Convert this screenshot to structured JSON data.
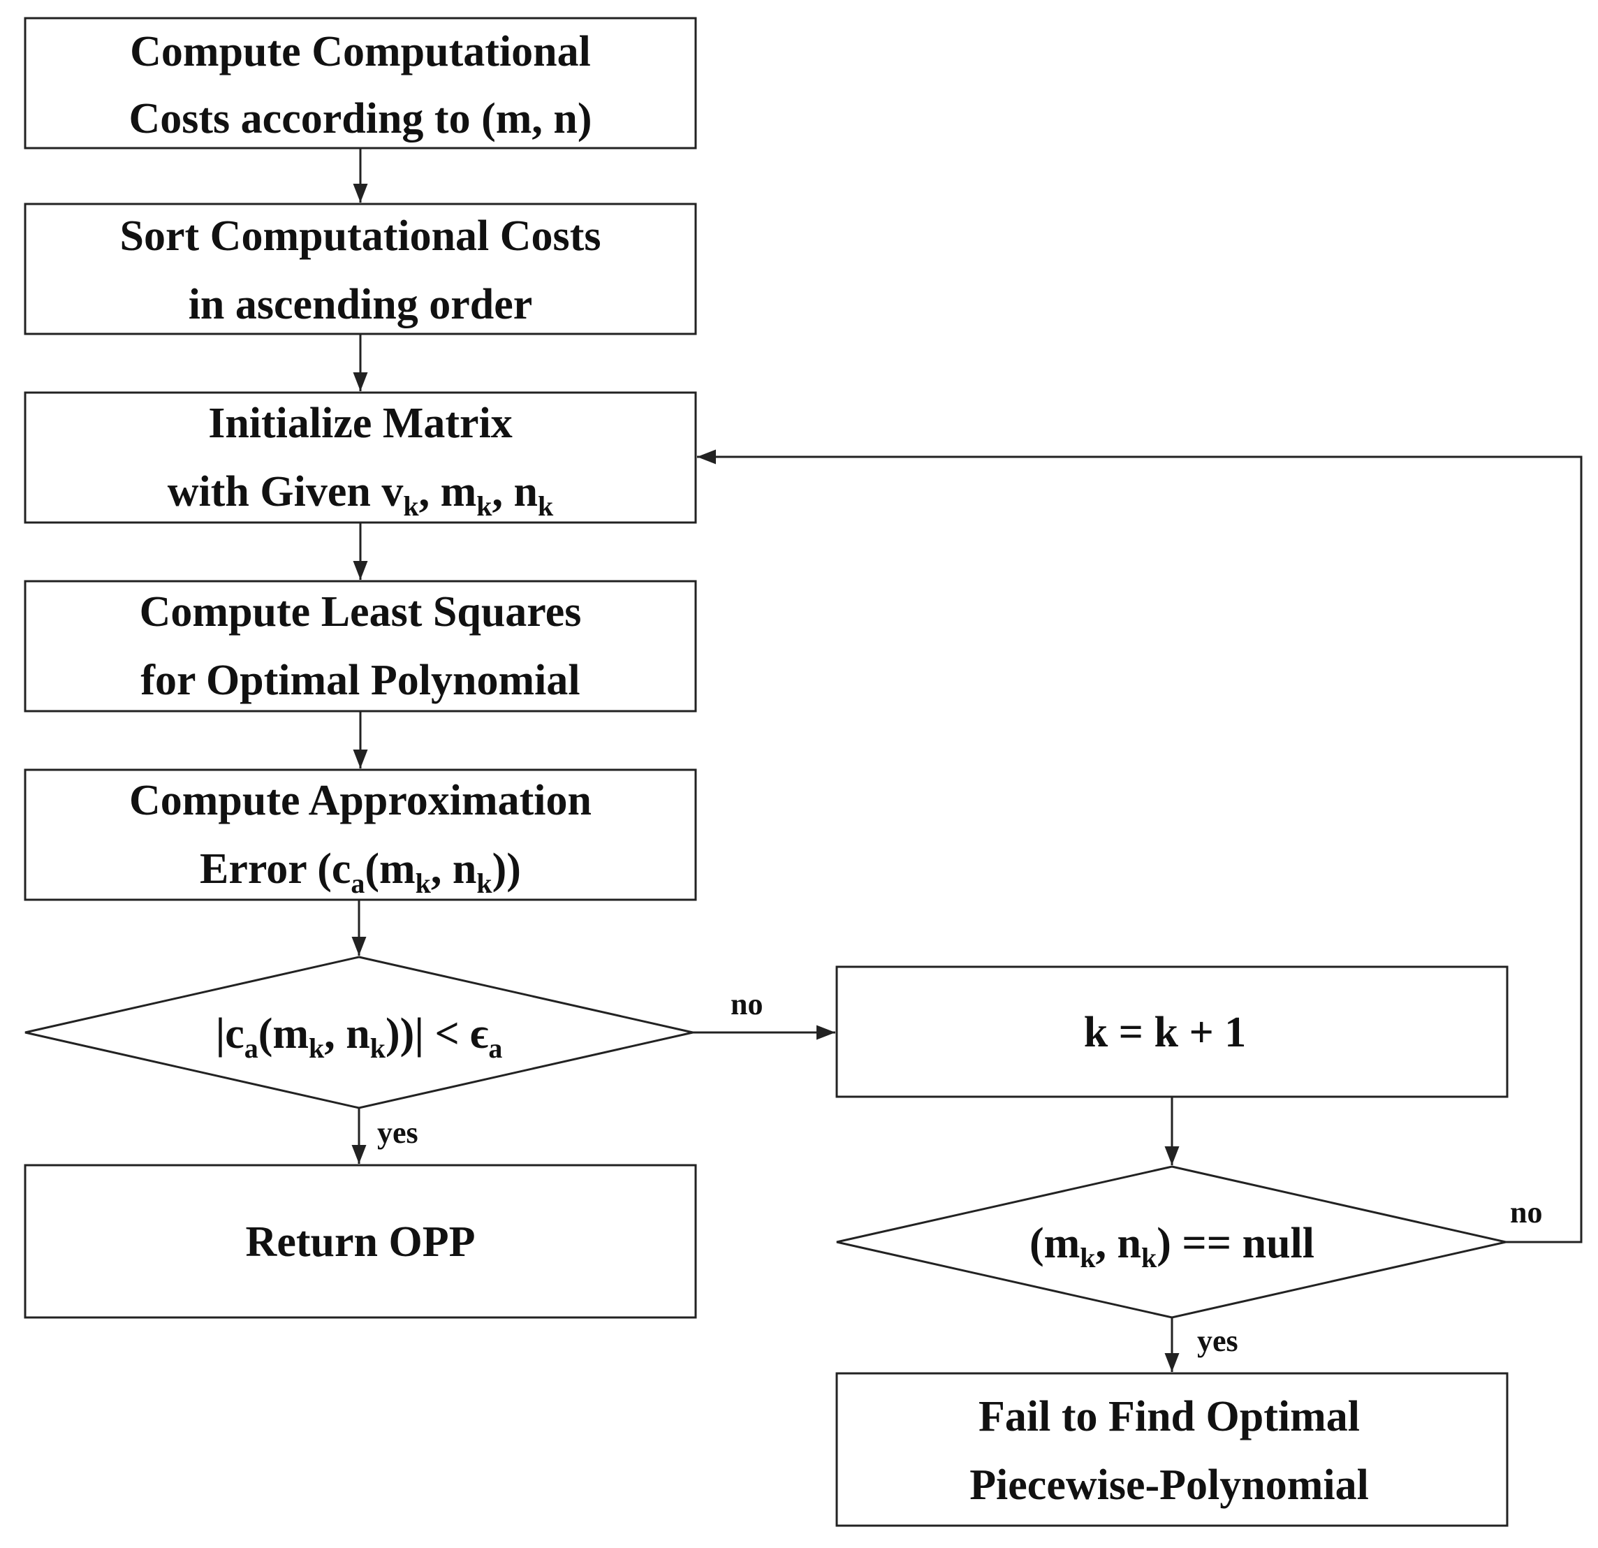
{
  "nodes": {
    "compute_costs": {
      "lines": [
        "Compute Computational",
        "Costs according to (m, n)"
      ]
    },
    "sort_costs": {
      "lines": [
        "Sort Computational Costs",
        "in ascending order"
      ]
    },
    "init_matrix": {
      "lines": [
        "Initialize Matrix",
        "with Given v",
        "k",
        ", m",
        "k",
        ", n",
        "k"
      ]
    },
    "least_squares": {
      "lines": [
        "Compute Least Squares",
        "for Optimal Polynomial"
      ]
    },
    "approx_error": {
      "lines": [
        "Compute Approximation",
        "Error (c",
        "a",
        "(m",
        "k",
        ", n",
        "k",
        "))"
      ]
    },
    "decision_error": {
      "lines": [
        "|c",
        "a",
        "(m",
        "k",
        ", n",
        "k",
        "))| < ϵ",
        "a"
      ]
    },
    "return_opp": {
      "lines": [
        "Return OPP"
      ]
    },
    "increment_k": {
      "lines": [
        "k = k + 1"
      ]
    },
    "decision_null": {
      "lines": [
        "(m",
        "k",
        ", n",
        "k",
        ") == null"
      ]
    },
    "fail": {
      "lines": [
        "Fail to Find Optimal",
        "Piecewise-Polynomial"
      ]
    }
  },
  "edges": {
    "error_no": "no",
    "error_yes": "yes",
    "null_no": "no",
    "null_yes": "yes"
  }
}
